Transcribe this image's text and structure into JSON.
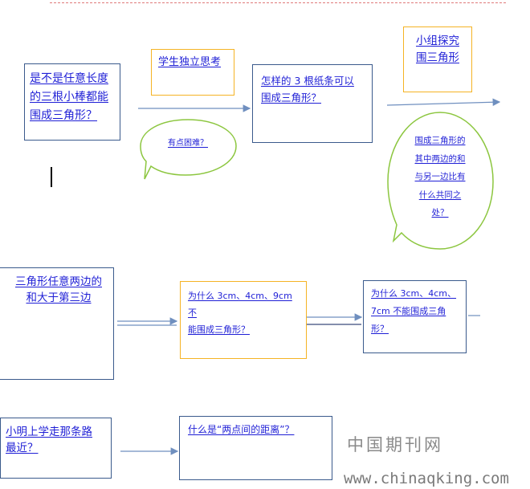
{
  "nodes": {
    "q_any_length": "是不是任意长度\n的三根小棒都能\n围成三角形？",
    "think_alone": "学生独立思考",
    "bit_difficult": "有点困难？",
    "which_strips": "怎样的 3 根纸条可以\n围成三角形？",
    "group_explore": "小组探究\n围三角形",
    "common_feature": "围成三角形的\n其中两边的和\n与另一边比有\n什么共同之\n处？",
    "two_sides_rule": "三角形任意两边的\n和大于第三边",
    "why_3_4_9": "为什么 3cm、4cm、9cm 不\n能围成三角形？",
    "why_3_4_7": "为什么 3cm、4cm、\n7cm 不能围成三角\n形？",
    "xiaoming_path": "小明上学走那条路\n最近？",
    "two_point_distance": "什么是“两点间的距离”？"
  },
  "colors": {
    "text": "#1f1fd6",
    "box_border": "#3a5a8c",
    "highlight_border": "#f5b324",
    "ellipse_border": "#8cc63f",
    "arrow": "#6f8fbf"
  },
  "watermark": {
    "cn": "中国期刊网",
    "en": "www.chinaqking.com"
  }
}
